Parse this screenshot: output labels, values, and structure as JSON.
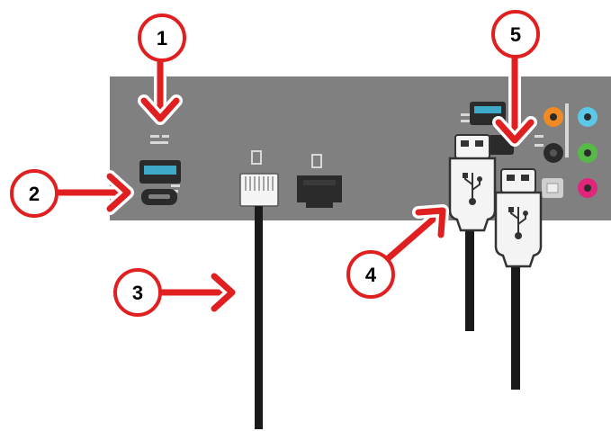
{
  "callouts": [
    {
      "label": "1",
      "target": "usb-a-port"
    },
    {
      "label": "2",
      "target": "usb-c-port"
    },
    {
      "label": "3",
      "target": "ethernet-cable"
    },
    {
      "label": "4",
      "target": "usb-cable-left"
    },
    {
      "label": "5",
      "target": "usb-cable-right"
    }
  ],
  "colors": {
    "panel": "#808080",
    "panel_edge": "#6e6e6e",
    "arrow": "#e02020",
    "arrow_outline": "#ffffff",
    "cable": "#1a1a1a",
    "connector_body": "#f4f4f4",
    "usb_blue": "#3fa9c9",
    "audio_orange": "#f08a24",
    "audio_cyan": "#5bc8e8",
    "audio_green": "#57b947",
    "audio_pink": "#e0267a",
    "audio_black": "#2a2a2a"
  },
  "icons": [
    "usb-a-port-icon",
    "usb-c-port-icon",
    "ethernet-port-icon",
    "usb-connector-icon",
    "audio-jack-icon",
    "optical-port-icon"
  ]
}
